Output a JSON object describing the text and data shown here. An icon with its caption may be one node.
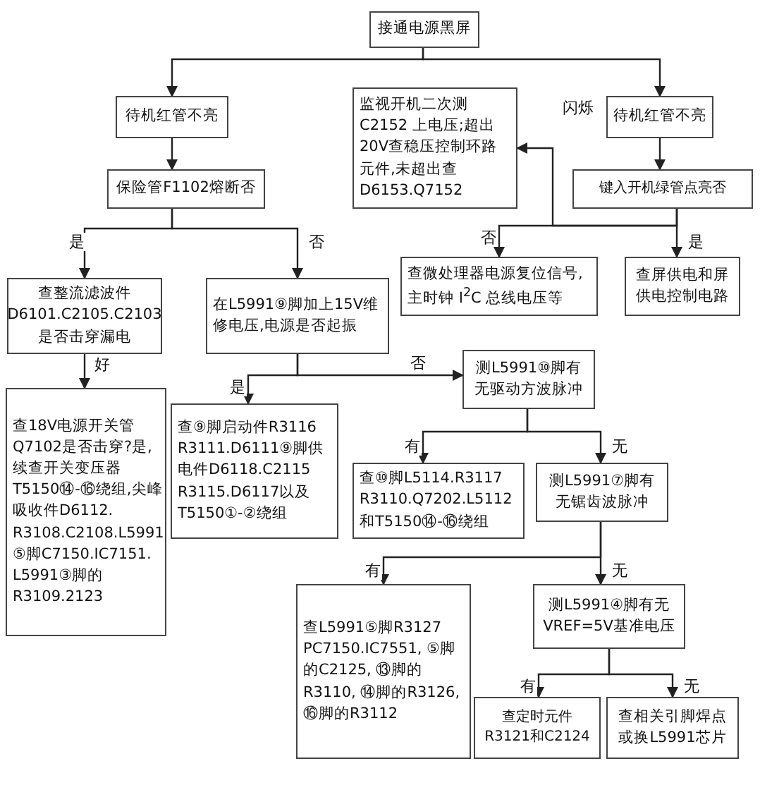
{
  "diagram": {
    "nodes": [
      {
        "text": [
          "接通电源黑屏"
        ]
      },
      {
        "text": [
          "待机红管不亮"
        ]
      },
      {
        "text": [
          "监视开机二次测 C2152 上电压;超出20V查稳压控制环路元件,未超出查 D6153.Q7152"
        ]
      },
      {
        "text": [
          "待机红管不亮"
        ]
      },
      {
        "text": [
          "保险管F1102熔断否"
        ]
      },
      {
        "text": [
          "键入开机绿管点亮否"
        ]
      },
      {
        "text": [
          "查微处理器电源复位信号,主时钟 I$^{2}$C 总线电压等"
        ]
      },
      {
        "text": [
          "查屏供电和屏供电控制电路"
        ]
      },
      {
        "text": [
          "查整流滤波件 D6101.C2105.C2103 是否击穿漏电"
        ]
      },
      {
        "text": [
          "在L5991⑨脚加上15V维修电压,电源是否起振"
        ]
      },
      {
        "text": [
          "查18V电源开关管 Q7102是否击穿?是,续查开关变压器 T5150⑭-⑯绕组,尖峰吸收件D6112. R3108.C2108.L5991 ⑤脚C7150.IC7151. L5991③脚的 R3109.2123"
        ]
      },
      {
        "text": [
          "测L5991⑩脚有无驱动方波脉冲"
        ]
      },
      {
        "text": [
          "查⑨脚启动件R3116 R3111.D6111⑨脚供电件D6118.C2115 R3115.D6117以及T5150①-②绕组"
        ]
      },
      {
        "text": [
          "查⑩脚L5114.R3117 R3110.Q7202.L5112 和T5150⑭-⑯绕组"
        ]
      },
      {
        "text": [
          "测L5991⑦脚有无锯齿波脉冲"
        ]
      },
      {
        "text": [
          "查L5991⑤脚R3127 PC7150.IC7551, ⑤脚的C2125, ⑬脚的R3110, ⑭脚的R3126, ⑯脚的R3112"
        ]
      },
      {
        "text": [
          "测L5991④脚有无 VREF=5V基准电压"
        ]
      },
      {
        "text": [
          "查定时元件 R3121和C2124"
        ]
      },
      {
        "text": [
          "查相关引脚焊点或换L5991芯片"
        ]
      }
    ],
    "edges": [
      {
        "from": 0,
        "to": 1,
        "arrow": "to"
      },
      {
        "from": 0,
        "to": 3,
        "arrow": "to"
      },
      {
        "from": 1,
        "to": 4,
        "arrow": "to"
      },
      {
        "from": 3,
        "to": 5,
        "arrow": "to"
      },
      {
        "from": 4,
        "to": 8,
        "arrow": "to",
        "label": "是"
      },
      {
        "from": 4,
        "to": 9,
        "arrow": "to",
        "label": "否"
      },
      {
        "from": 5,
        "to": 2,
        "arrow": "to",
        "label": "闪烁"
      },
      {
        "from": 5,
        "to": 6,
        "arrow": "to",
        "label": "否"
      },
      {
        "from": 5,
        "to": 7,
        "arrow": "to",
        "label": "是"
      },
      {
        "from": 8,
        "to": 10,
        "arrow": "to",
        "label": "好"
      },
      {
        "from": 9,
        "to": 12,
        "arrow": "to",
        "label": "是"
      },
      {
        "from": 9,
        "to": 11,
        "arrow": "to",
        "label": "否"
      },
      {
        "from": 11,
        "to": 13,
        "arrow": "to",
        "label": "有"
      },
      {
        "from": 11,
        "to": 14,
        "arrow": "to",
        "label": "无"
      },
      {
        "from": 14,
        "to": 15,
        "arrow": "to",
        "label": "有"
      },
      {
        "from": 14,
        "to": 16,
        "arrow": "to",
        "label": "无"
      },
      {
        "from": 16,
        "to": 17,
        "arrow": "to",
        "label": "有"
      },
      {
        "from": 16,
        "to": 18,
        "arrow": "to",
        "label": "无"
      }
    ]
  }
}
